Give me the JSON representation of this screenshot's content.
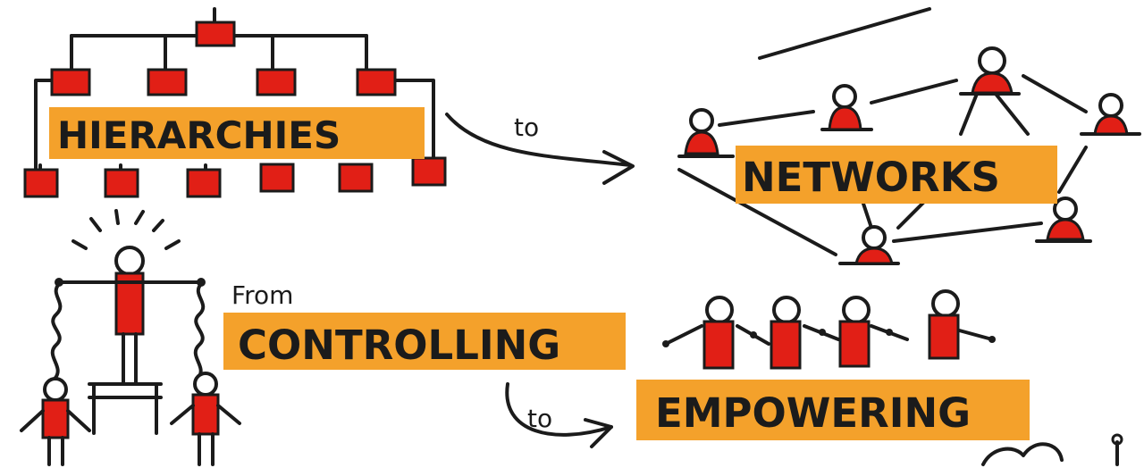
{
  "labels": {
    "hierarchies": "HIERARCHIES",
    "to1": "to",
    "networks": "NETWORKS",
    "from": "From",
    "controlling": "CONTROLLING",
    "to2": "to",
    "empowering": "EMPOWERING"
  },
  "colors": {
    "ink": "#1b1b1b",
    "red": "#e11f16",
    "orange": "#f4a12b",
    "background": "#ffffff"
  }
}
